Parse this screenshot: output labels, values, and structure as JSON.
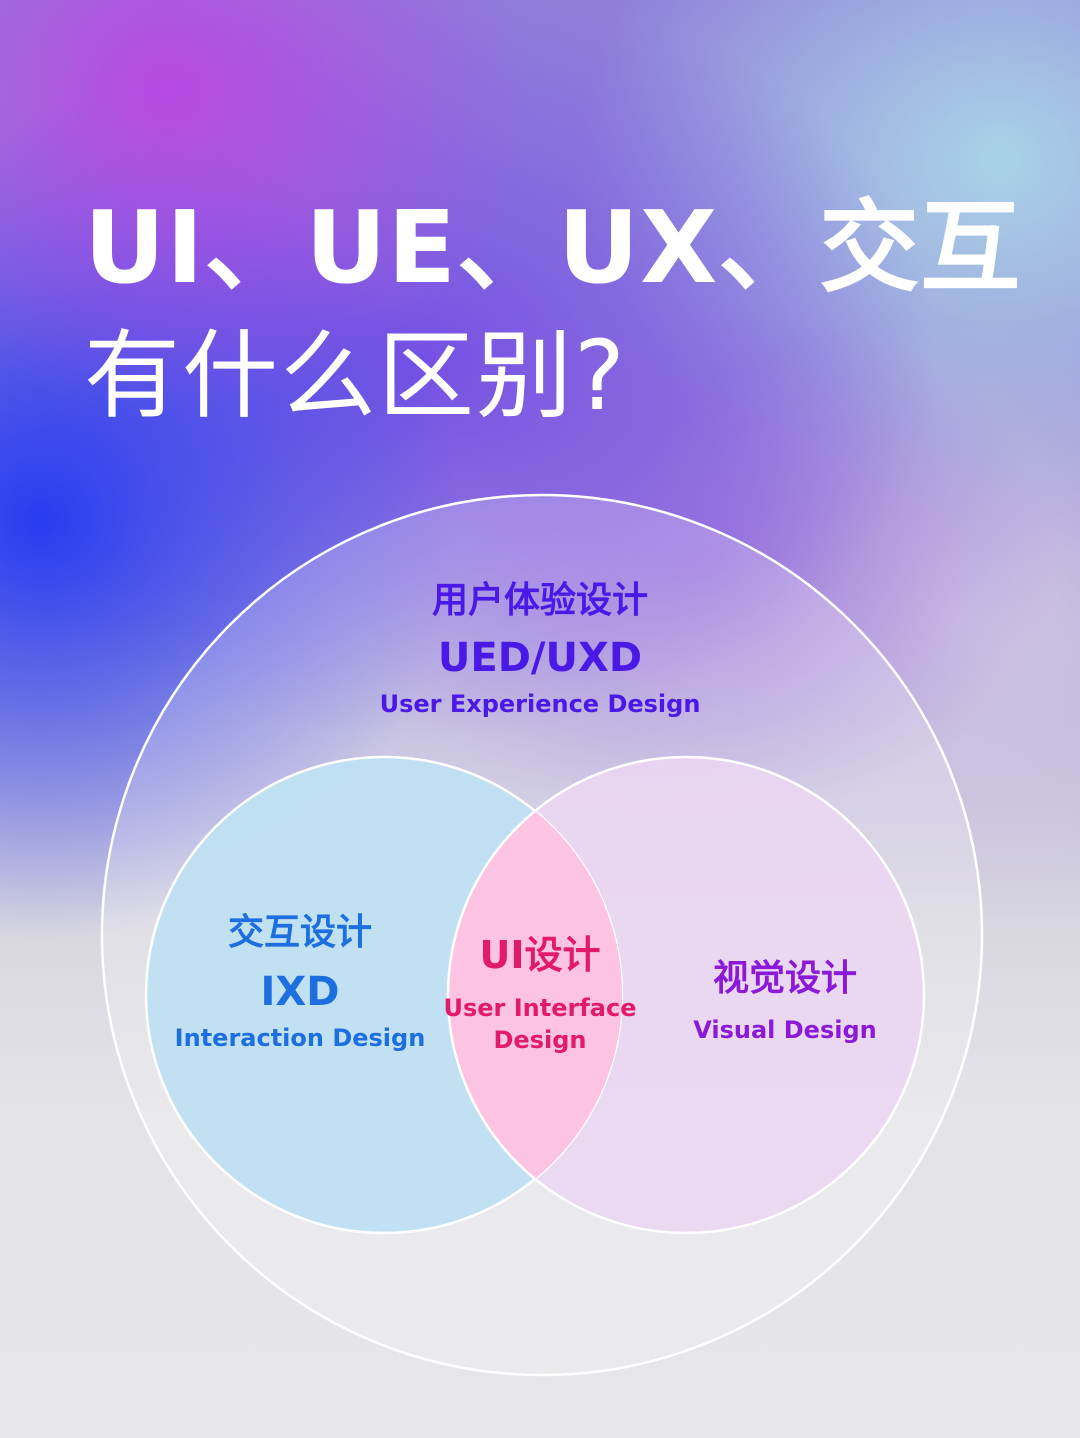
{
  "title": {
    "line1": "UI、UE、UX、交互",
    "line2": "有什么区别?"
  },
  "diagram": {
    "outer": {
      "name_cn": "用户体验设计",
      "abbr": "UED/UXD",
      "name_en": "User Experience Design",
      "color": "#4b19e6"
    },
    "left": {
      "name_cn": "交互设计",
      "abbr": "IXD",
      "name_en": "Interaction Design",
      "color": "#1d6fe0",
      "fill": "#bfe0f2"
    },
    "center": {
      "name_cn": "UI设计",
      "name_en": "User Interface Design",
      "color": "#e21a6a",
      "fill": "#fcc3e2"
    },
    "right": {
      "name_cn": "视觉设计",
      "name_en": "Visual Design",
      "color": "#8a1ad8",
      "fill": "#ead6f1"
    }
  }
}
